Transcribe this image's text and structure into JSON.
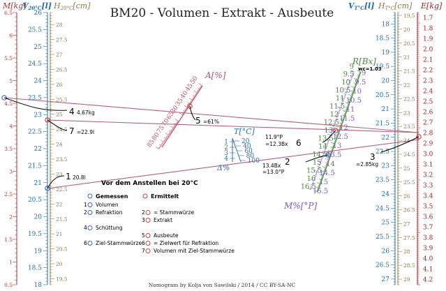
{
  "title": "BM20 - Volumen - Extrakt - Ausbeute",
  "footer": "Nomogram by Kolja von Sawilski / 2014 / CC BY-SA-NC",
  "colors": {
    "m_axis": "#b03030",
    "v20": "#1f6fa8",
    "h20": "#8a7a4a",
    "percent": "#c0506a",
    "brix": "#4a8a3a",
    "plato": "#7a60c0",
    "temp": "#2a6fb0",
    "line": "#b06080",
    "text": "#000000",
    "vt": "#1f6fa8",
    "ht": "#8a7a4a",
    "e_axis": "#a02020"
  },
  "axes": {
    "m": {
      "label": "M[kg]",
      "ticks": [
        "6.5",
        "6",
        "5.5",
        "5",
        "4.5",
        "4",
        "3.5",
        "3",
        "2.5",
        "2",
        "1.5",
        "1",
        "0.5"
      ],
      "start": 6.5,
      "end": 0.5,
      "minor": 0.1
    },
    "v20": {
      "label_v": "V",
      "label_sub": "20°C",
      "label_unit": "[l]",
      "ticks": [
        "26",
        "25.5",
        "25",
        "24.5",
        "24",
        "23.5",
        "23",
        "22.5",
        "22",
        "21.5",
        "21",
        "20.5",
        "20",
        "19.5",
        "19",
        "18.5",
        "18"
      ],
      "start": 26,
      "end": 18,
      "minor": 0.1
    },
    "h20": {
      "label_h": "H",
      "label_sub": "20°C",
      "label_unit": "[cm]",
      "ticks": [
        "28",
        "27.5",
        "27",
        "26.5",
        "26",
        "25.5",
        "25",
        "24.5",
        "24",
        "23.5",
        "23",
        "22.5",
        "22",
        "21.5",
        "21",
        "20.5",
        "20",
        "19.5"
      ],
      "start": 28.4,
      "end": 19.3,
      "minor": 0.1
    },
    "vt": {
      "label_v": "V",
      "label_sub": "T°C",
      "label_unit": "[l]",
      "ticks": [
        "18",
        "18.5",
        "19",
        "19.5",
        "20",
        "20.5",
        "21",
        "21.5",
        "22",
        "22.5",
        "23",
        "23.5",
        "24",
        "24.5",
        "25",
        "25.5",
        "26",
        "26.5",
        "27"
      ],
      "start": 17.6,
      "end": 27.2,
      "minor": 0.1
    },
    "ht": {
      "label_h": "H",
      "label_sub": "T°C",
      "label_unit": "[cm]",
      "ticks": [
        "19.5",
        "20",
        "20.5",
        "21",
        "21.5",
        "22",
        "22.5",
        "23",
        "23.5",
        "24",
        "24.5",
        "25",
        "25.5",
        "26",
        "26.5",
        "27",
        "27.5",
        "28",
        "28.5",
        "29"
      ],
      "start": 19.4,
      "end": 29.2,
      "minor": 0.1
    },
    "e": {
      "label": "E[kg]",
      "ticks": [
        "1.7",
        "1.8",
        "1.9",
        "2.0",
        "2.1",
        "2.2",
        "2.3",
        "2.4",
        "2.5",
        "2.6",
        "2.7",
        "2.8",
        "2.9",
        "3.0",
        "3.1",
        "3.2",
        "3.3",
        "3.4",
        "3.5",
        "3.6",
        "3.7",
        "3.8",
        "3.9",
        "4.0",
        "4.1",
        "4.2"
      ],
      "start": 1.65,
      "end": 4.25,
      "minor": 0.02
    },
    "percent": {
      "label": "A[%]",
      "ticks": [
        "50",
        "45",
        "40",
        "35",
        "30"
      ],
      "ticks_lower": [
        "65",
        "70",
        "75",
        "80",
        "85"
      ]
    },
    "brix": {
      "label": "R[Bx]",
      "wc": "wc=1.03",
      "ticks": [
        "9",
        "9.5",
        "10",
        "10.5",
        "11",
        "11.5",
        "12",
        "12.5",
        "13",
        "13.5",
        "14",
        "14.5",
        "15",
        "15.5",
        "16",
        "16.5"
      ]
    },
    "plato": {
      "label": "M%[°P]",
      "ticks": [
        "9",
        "9.5",
        "10",
        "10.5",
        "11",
        "11.5",
        "12",
        "12.5",
        "13",
        "13.5",
        "14",
        "14.5",
        "15",
        "15.5"
      ]
    },
    "temp": {
      "label": "T[°C]",
      "left": [
        "1",
        "2",
        "3",
        "4"
      ],
      "right": [
        "20",
        "40",
        "60",
        "80",
        "100"
      ],
      "delta": "Δ%"
    }
  },
  "markers": [
    {
      "num": "1",
      "value": "20.8l"
    },
    {
      "num": "2",
      "value": "13.4Bx",
      "value2": "=13.0°P"
    },
    {
      "num": "3",
      "value": "=2.85kg"
    },
    {
      "num": "4",
      "value": "4.67kg"
    },
    {
      "num": "5",
      "value": "=61%"
    },
    {
      "num": "6",
      "value": "11.9°P",
      "value2": "=12.3Bx"
    },
    {
      "num": "7",
      "value": "=22.9l"
    }
  ],
  "legend": {
    "heading": "Vor dem Anstellen bei 20°C",
    "measured_title": "Gemessen",
    "computed_title": "Ermittelt",
    "measured": [
      {
        "num": "1",
        "label": "Volumen"
      },
      {
        "num": "2",
        "label": "Refraktion"
      },
      {
        "num": "4",
        "label": "Schüttung"
      },
      {
        "num": "6",
        "label": "Ziel-Stammwürze"
      }
    ],
    "computed": [
      {
        "num": "2",
        "label": "= Stammwürze"
      },
      {
        "num": "3",
        "label": "Extrakt"
      },
      {
        "num": "5",
        "label": "Ausbeute"
      },
      {
        "num": "6",
        "label": "= Zielwert für Refraktion"
      },
      {
        "num": "7",
        "label": "Volumen mit Ziel-Stammwürze"
      }
    ]
  }
}
